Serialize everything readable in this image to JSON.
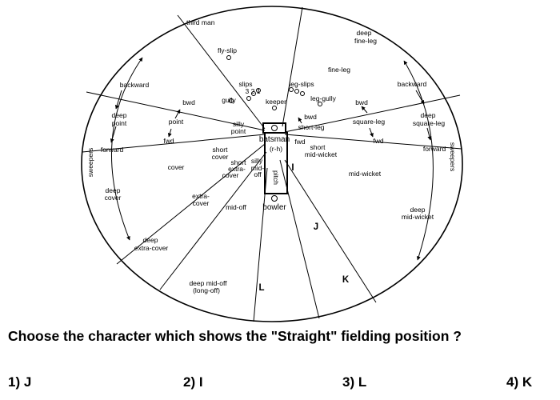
{
  "diagram": {
    "labels": {
      "third_man": "third man",
      "deep_fine_leg_1": "deep",
      "deep_fine_leg_2": "fine-leg",
      "fine_leg": "fine-leg",
      "fly_slip": "fly-slip",
      "slips": "slips",
      "slip_numbers": "3 2 1",
      "gully": "gully",
      "keeper": "keeper",
      "leg_slips": "leg-slips",
      "leg_gully": "leg-gully",
      "backward_left": "backward",
      "backward_right": "backward",
      "deep_point_1": "deep",
      "deep_point_2": "point",
      "point": "point",
      "bwd_point": "bwd",
      "fwd_point": "fwd",
      "silly_point_1": "silly",
      "silly_point_2": "point",
      "bwd_keeper": "bwd",
      "short_leg": "short-leg",
      "bwd_square": "bwd",
      "square_leg": "square-leg",
      "fwd_square": "fwd",
      "deep_square_leg_1": "deep",
      "deep_square_leg_2": "square-leg",
      "forward_left": "forward",
      "forward_right": "forward",
      "sweepers_left": "sweepers",
      "sweepers_right": "sweepers",
      "batsman": "batsman",
      "rh": "(r-h)",
      "fwd_batsman": "fwd",
      "short_mid_wicket_1": "short",
      "short_mid_wicket_2": "mid-wicket",
      "short_cover_1": "short",
      "short_cover_2": "cover",
      "short_extra_cover_1": "short",
      "short_extra_cover_2": "extra-",
      "short_extra_cover_3": "cover",
      "silly_mid_off_1": "silly",
      "silly_mid_off_2": "mid-",
      "silly_mid_off_3": "off",
      "pitch": "pitch",
      "cover": "cover",
      "mid_wicket": "mid-wicket",
      "deep_cover_1": "deep",
      "deep_cover_2": "cover",
      "extra_cover_1": "extra-",
      "extra_cover_2": "cover",
      "mid_off": "mid-off",
      "bowler": "bowler",
      "deep_mid_wicket_1": "deep",
      "deep_mid_wicket_2": "mid-wicket",
      "deep_extra_cover_1": "deep",
      "deep_extra_cover_2": "extra-cover",
      "deep_mid_off_1": "deep mid-off",
      "deep_mid_off_2": "(long-off)",
      "marker_i": "I",
      "marker_j": "J",
      "marker_k": "K",
      "marker_l": "L"
    }
  },
  "question": "Choose the character which shows the \"Straight\" fielding position ?",
  "options": [
    "1) J",
    "2) I",
    "3) L",
    "4) K"
  ]
}
